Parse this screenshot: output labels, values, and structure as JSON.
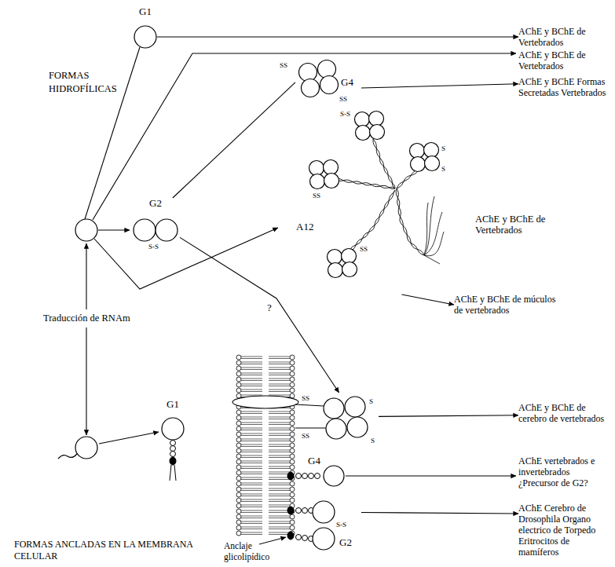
{
  "diagram": {
    "nodes": [
      {
        "text": [
          "G1"
        ]
      },
      {
        "text": [
          "AChE y BChE de Vertebrados"
        ]
      },
      {
        "text": [
          "G4"
        ]
      },
      {
        "text": [
          "AChE y BChE Formas Secretadas Vertebrados"
        ]
      },
      {
        "text": [
          "G2"
        ]
      },
      {
        "text": [
          "A12"
        ]
      },
      {
        "text": [
          "AChE y BChE de múculos de vertebrados"
        ]
      },
      {
        "text": [
          "G4"
        ]
      },
      {
        "text": [
          "AChE y BChE de cerebro de vertebrados"
        ]
      },
      {
        "text": [
          "G1"
        ]
      },
      {
        "text": [
          "G2"
        ]
      },
      {
        "text": [
          "AChE Cerebro de Drosophila Organo electrico de Torpedo Eritrocitos de mamíferos"
        ]
      }
    ],
    "edges": [
      {
        "from": 0,
        "to": 1,
        "arrow": "to"
      },
      {
        "from": 4,
        "to": 2,
        "arrow": "none"
      },
      {
        "from": 2,
        "to": 3,
        "arrow": "to"
      },
      {
        "from": 5,
        "to": 6,
        "arrow": "to"
      },
      {
        "from": 4,
        "to": 7,
        "arrow": "to",
        "label": "?"
      },
      {
        "from": 7,
        "to": 8,
        "arrow": "to"
      },
      {
        "from": 10,
        "to": 11,
        "arrow": "to"
      }
    ],
    "labels": [
      "FORMAS HIDROFÍLICAS",
      "AChE y BChE de Vertebrados",
      "SS",
      "SS",
      "S-S",
      "S-S",
      "S",
      "S",
      "SS",
      "SS",
      "AChE y BChE de Vertebrados",
      "Traducción de RNAm",
      "SS",
      "SS",
      "S",
      "S",
      "AChE vertebrados e invertebrados ¿Precursor de G2?",
      "S-S",
      "FORMAS ANCLADAS EN LA MEMBRANA CELULAR",
      "Anclaje glicolipídico"
    ]
  }
}
